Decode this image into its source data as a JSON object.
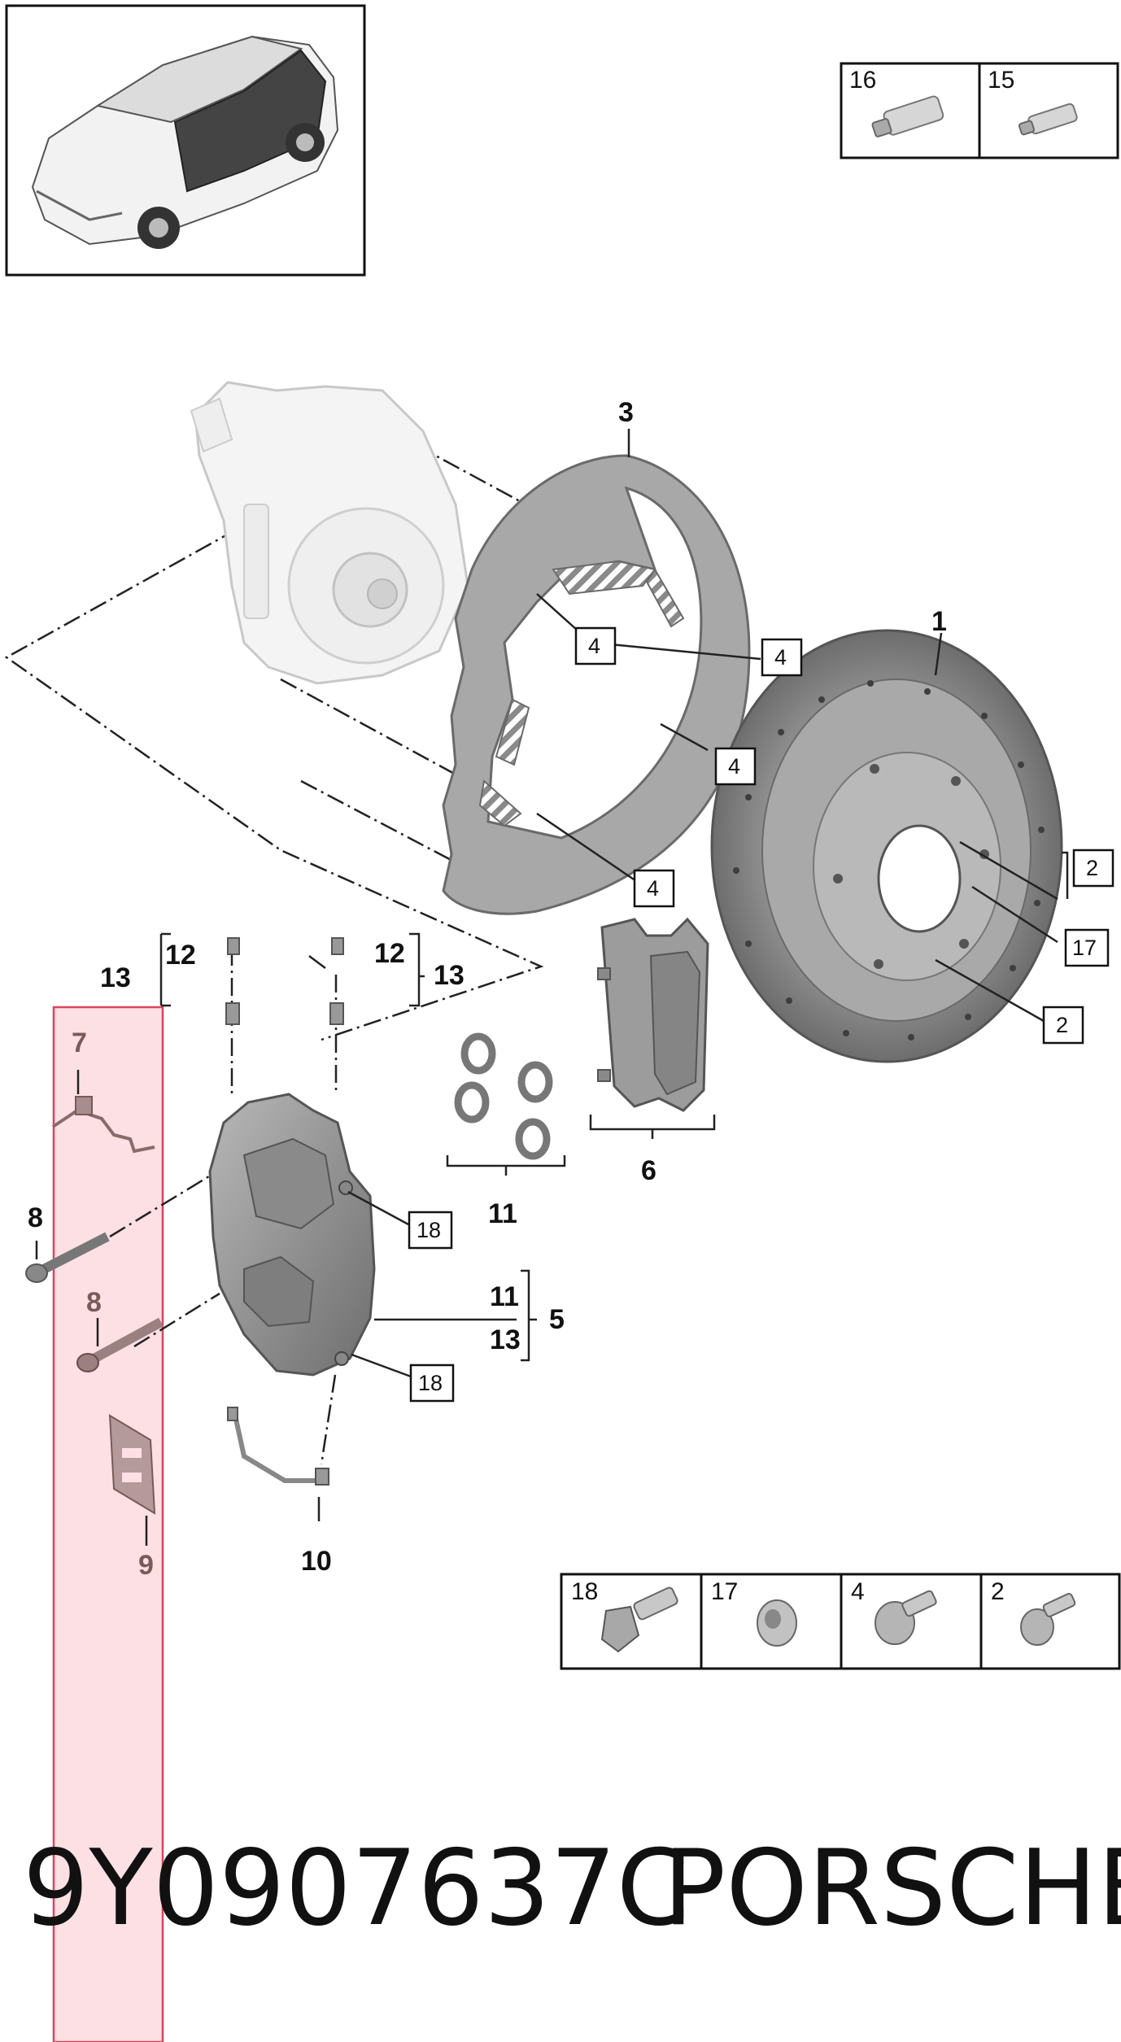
{
  "diagram": {
    "part_number": "9Y0907637C",
    "brand": "PORSCHE",
    "callouts": {
      "c1": "1",
      "c2a": "2",
      "c2b": "2",
      "c3": "3",
      "c4a": "4",
      "c4b": "4",
      "c4c": "4",
      "c4d": "4",
      "c5": "5",
      "c6": "6",
      "c7": "7",
      "c8a": "8",
      "c8b": "8",
      "c9": "9",
      "c10": "10",
      "c11a": "11",
      "c11b": "11",
      "c12a": "12",
      "c12b": "12",
      "c13a": "13",
      "c13b": "13",
      "c13c": "13",
      "c17": "17",
      "c18a": "18",
      "c18b": "18"
    },
    "top_table": [
      "16",
      "15"
    ],
    "bottom_table": [
      "18",
      "17",
      "4",
      "2"
    ],
    "colors": {
      "highlight_fill": "#fde0e4",
      "highlight_stroke": "#d9455a",
      "part_light": "#e6e6e6",
      "part_mid": "#9a9a9a",
      "part_dark": "#6f6f6f"
    },
    "icons": {
      "thumbnail": "vehicle-suv-icon",
      "knuckle": "wheel-carrier-icon",
      "shield": "brake-dust-shield-icon",
      "disc": "brake-disc-icon",
      "pads": "brake-pads-icon",
      "caliper": "brake-caliper-icon"
    }
  }
}
